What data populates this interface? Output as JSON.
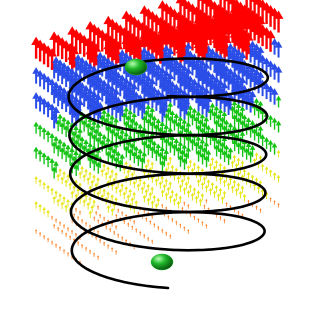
{
  "figure": {
    "kind": "3d-vector-field-with-helical-trajectory",
    "background_color": "#ffffff",
    "vector_field": {
      "direction": "up",
      "grid_rows": 12,
      "grid_cols": 12,
      "magnitude_scale": [
        {
          "level": "strongest",
          "color": "#ff0000"
        },
        {
          "level": "strong",
          "color": "#2a4de8"
        },
        {
          "level": "medium",
          "color": "#16c416"
        },
        {
          "level": "weak",
          "color": "#e6e619"
        },
        {
          "level": "weakest",
          "color": "#ff7f1f"
        }
      ]
    },
    "trajectory": {
      "shape": "helix",
      "turns": 5,
      "color": "#000000"
    },
    "markers": [
      {
        "name": "start-point",
        "color": "#1fb82a",
        "position_on_path": "bottom"
      },
      {
        "name": "end-point",
        "color": "#1fb82a",
        "position_on_path": "top"
      }
    ]
  }
}
